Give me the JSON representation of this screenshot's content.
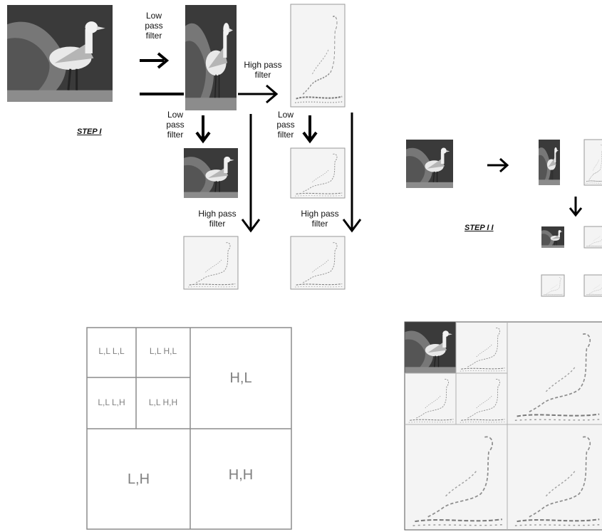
{
  "step1": {
    "label": "STEP I",
    "low_pass_top": "Low\npass\nfilter",
    "high_pass_top": "High pass\nfilter",
    "low_pass_left": "Low\npass\nfilter",
    "low_pass_right": "Low\npass\nfilter",
    "high_pass_bottom_left": "High pass\nfilter",
    "high_pass_bottom_right": "High pass\nfilter"
  },
  "step2": {
    "label": "STEP I I"
  },
  "subband_grid": {
    "ll_ll": "L,L L,L",
    "ll_hl": "L,L H,L",
    "ll_lh": "L,L L,H",
    "ll_hh": "L,L H,H",
    "hl": "H,L",
    "lh": "L,H",
    "hh": "H,H"
  },
  "colors": {
    "photo_dark": "#2b2b2b",
    "photo_mid": "#6a6a6a",
    "edge_bg": "#f2f2f2",
    "grid_line": "#8c8c8c",
    "grid_text": "#8a8a8a"
  }
}
